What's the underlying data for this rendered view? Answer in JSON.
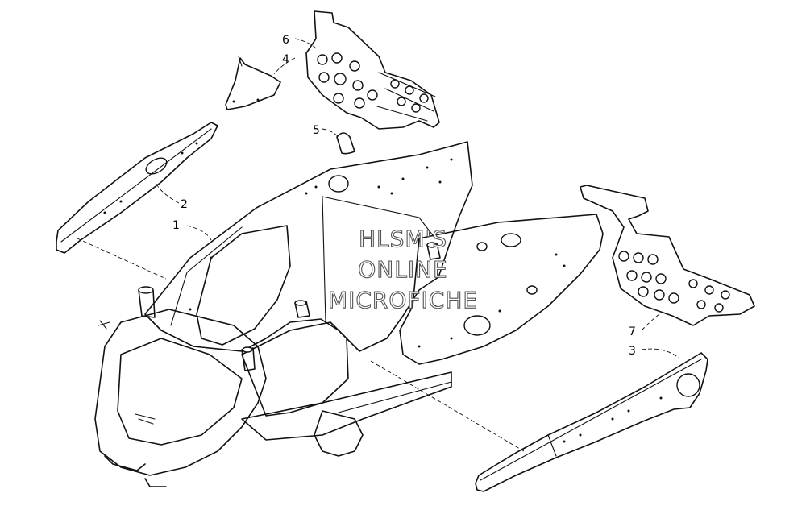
{
  "callouts": {
    "c1": "1",
    "c2": "2",
    "c3": "3",
    "c4": "4",
    "c5": "5",
    "c6": "6",
    "c7": "7"
  },
  "watermark": {
    "line1": "HLSM'S",
    "line2": "ONLINE",
    "line3": "MICROFICHE"
  }
}
